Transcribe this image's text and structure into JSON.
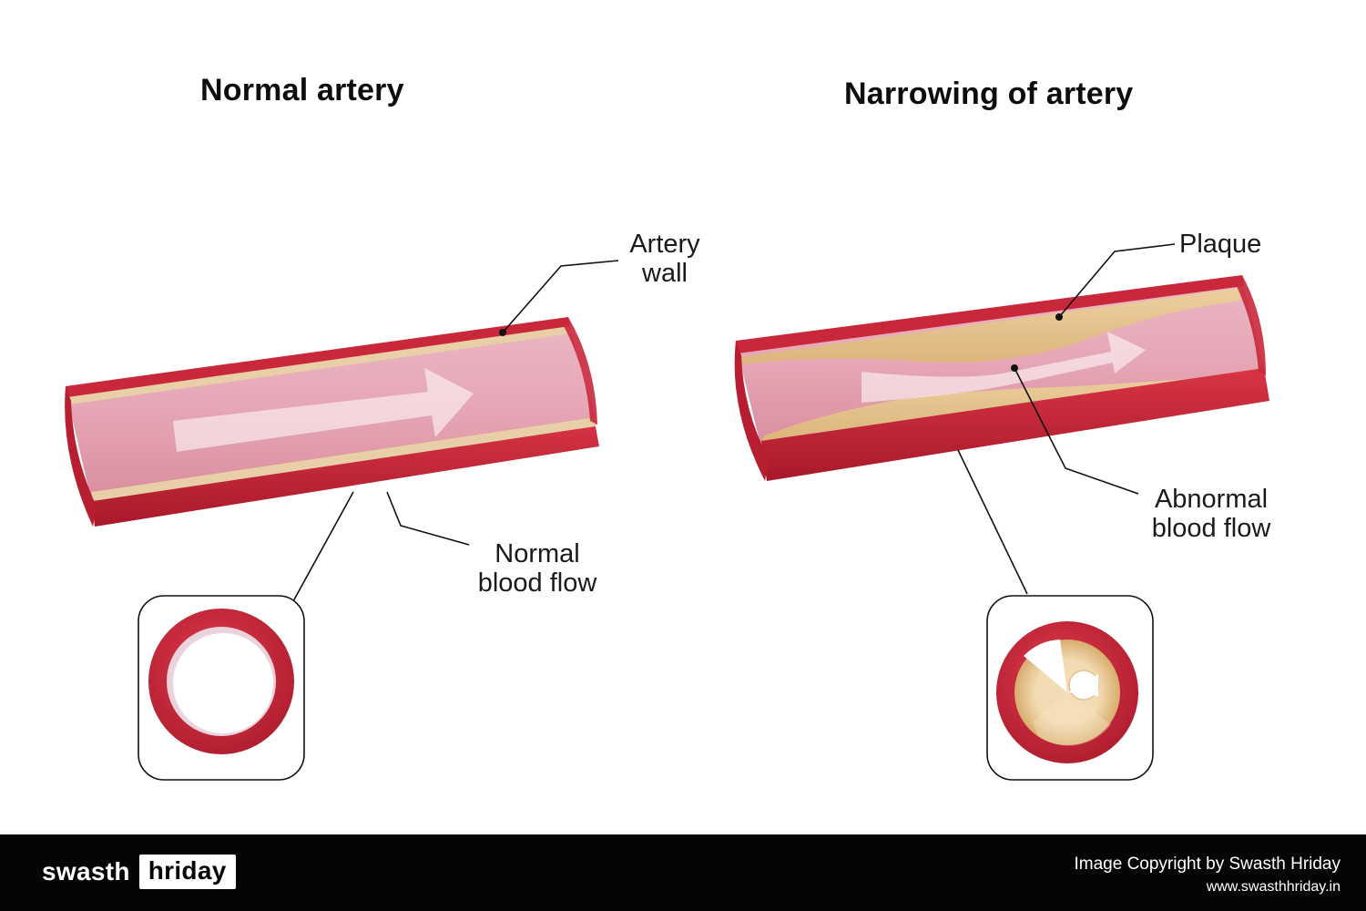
{
  "headings": {
    "normal": "Normal artery",
    "narrowing": "Narrowing of artery"
  },
  "labels": {
    "artery_wall_line1": "Artery",
    "artery_wall_line2": "wall",
    "normal_flow_line1": "Normal",
    "normal_flow_line2": "blood flow",
    "plaque": "Plaque",
    "abnormal_flow_line1": "Abnormal",
    "abnormal_flow_line2": "blood flow"
  },
  "footer": {
    "brand_word1": "swasth",
    "brand_word2": "hriday",
    "copyright": "Image Copyright by Swasth Hriday",
    "url": "www.swasthhriday.in"
  },
  "colors": {
    "artery_red": "#c8283a",
    "artery_dark": "#9e1a2a",
    "lumen_pink": "#e7a9b7",
    "plaque_tan": "#e8c48e",
    "footer_bg": "#050505"
  }
}
